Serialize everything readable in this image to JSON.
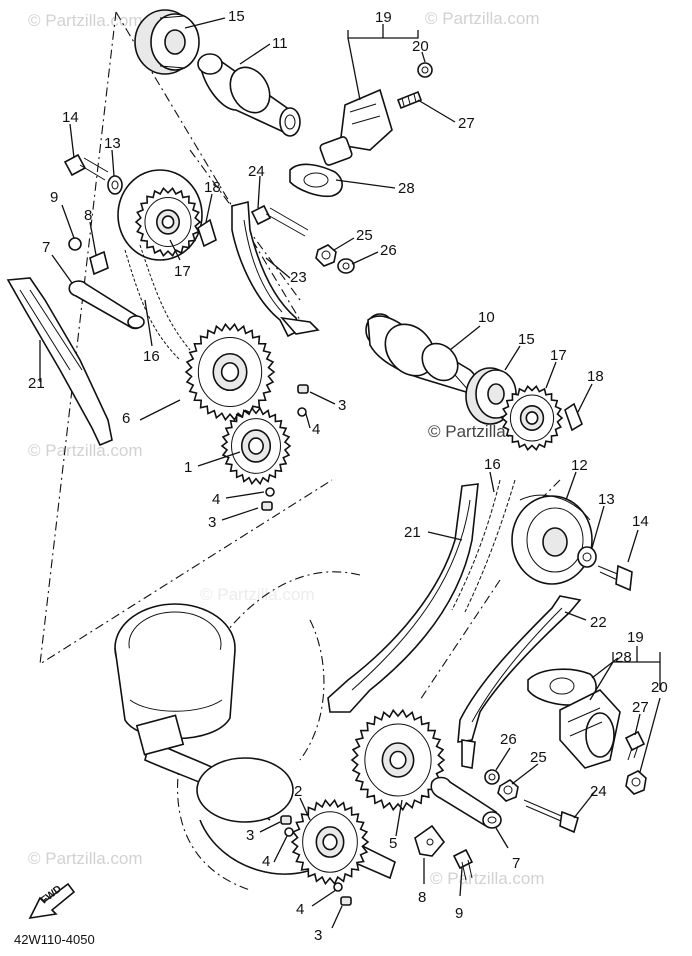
{
  "watermarks": [
    "© Partzilla.com",
    "© Partzilla.com",
    "© Partzilla.com",
    "© Partzilla.com",
    "© Partzilla.com",
    "© Partzilla.com",
    "© Partzilla.com"
  ],
  "diagram_code": "42W110-4050",
  "fwd_label": "FWD",
  "callouts": {
    "c1": "1",
    "c2": "2",
    "c3a": "3",
    "c3b": "3",
    "c3c": "3",
    "c3d": "3",
    "c4a": "4",
    "c4b": "4",
    "c4c": "4",
    "c4d": "4",
    "c5": "5",
    "c6": "6",
    "c7a": "7",
    "c7b": "7",
    "c8a": "8",
    "c8b": "8",
    "c9a": "9",
    "c9b": "9",
    "c10": "10",
    "c11": "11",
    "c12": "12",
    "c13a": "13",
    "c13b": "13",
    "c14a": "14",
    "c14b": "14",
    "c15a": "15",
    "c15b": "15",
    "c16a": "16",
    "c16b": "16",
    "c17a": "17",
    "c17b": "17",
    "c18a": "18",
    "c18b": "18",
    "c19a": "19",
    "c19b": "19",
    "c20a": "20",
    "c20b": "20",
    "c21a": "21",
    "c21b": "21",
    "c22": "22",
    "c23": "23",
    "c24a": "24",
    "c24b": "24",
    "c25a": "25",
    "c25b": "25",
    "c26a": "26",
    "c26b": "26",
    "c27a": "27",
    "c27b": "27",
    "c28a": "28",
    "c28b": "28"
  }
}
